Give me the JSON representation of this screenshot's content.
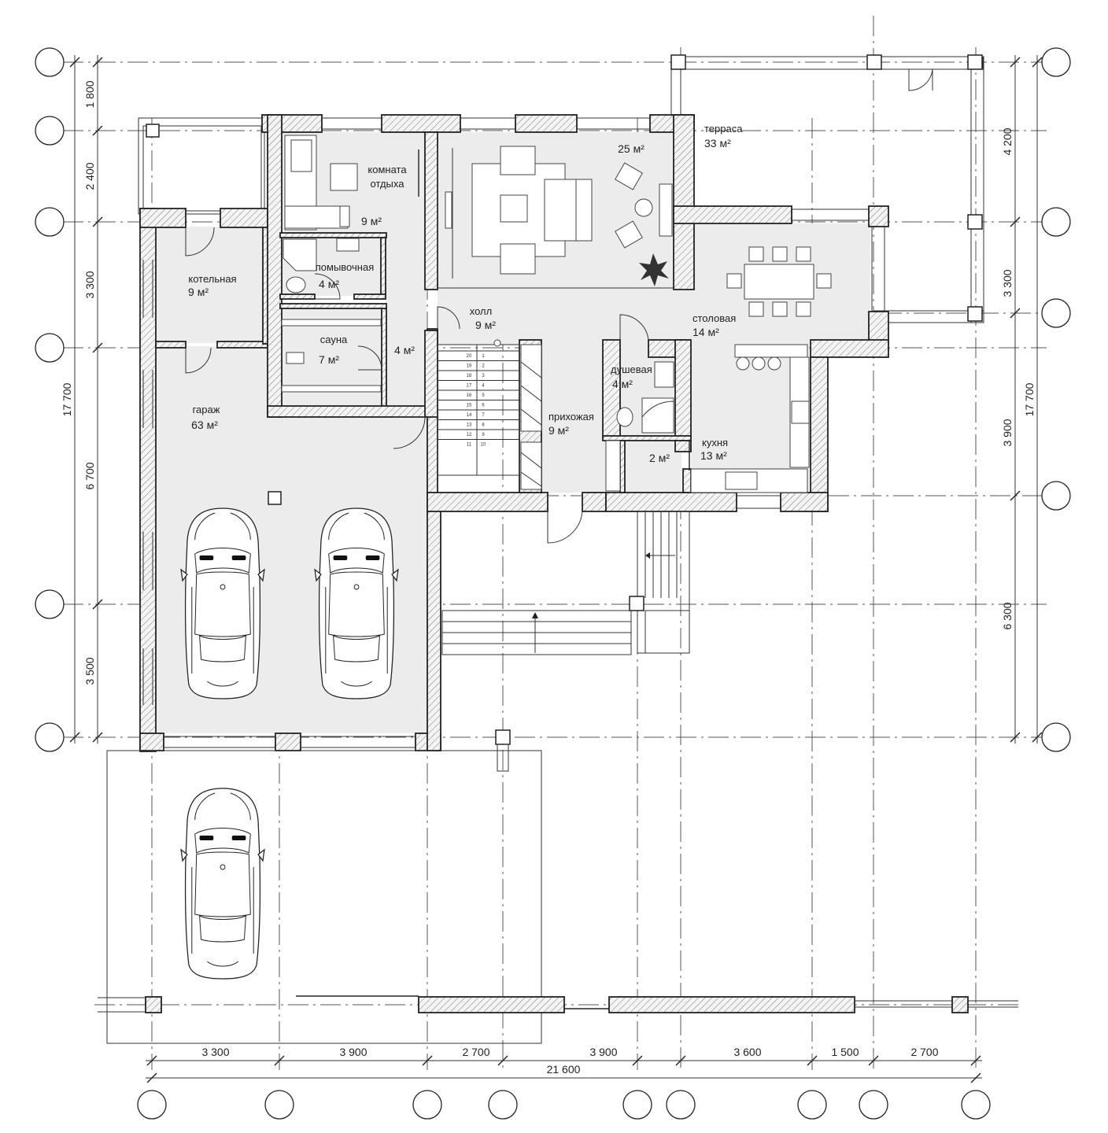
{
  "rooms": {
    "lounge": {
      "name": "комната отдыха",
      "name_line1": "комната",
      "name_line2": "отдыха",
      "area": "9 м²"
    },
    "living": {
      "area": "25 м²"
    },
    "terrace": {
      "name": "терраса",
      "area": "33 м²"
    },
    "boiler": {
      "name": "котельная",
      "area": "9 м²"
    },
    "washroom": {
      "name": "помывочная",
      "area": "4 м²"
    },
    "sauna": {
      "name": "сауна",
      "area": "7 м²"
    },
    "small_room": {
      "area": "4 м²"
    },
    "hall": {
      "name": "холл",
      "area": "9 м²"
    },
    "dining": {
      "name": "столовая",
      "area": "14 м²"
    },
    "shower": {
      "name": "душевая",
      "area": "4 м²"
    },
    "entrance": {
      "name": "прихожая",
      "area": "9 м²"
    },
    "pantry": {
      "area": "2 м²"
    },
    "kitchen": {
      "name": "кухня",
      "area": "13 м²"
    },
    "garage": {
      "name": "гараж",
      "area": "63 м²"
    }
  },
  "dimensions": {
    "left": [
      "1 800",
      "2 400",
      "3 300",
      "6 700",
      "3 500"
    ],
    "left_total": "17 700",
    "right": [
      "4 200",
      "3 300",
      "3 900",
      "6 300"
    ],
    "right_total": "17 700",
    "bottom": [
      "3 300",
      "3 900",
      "2 700",
      "3 900",
      "3 600",
      "1 500",
      "2 700"
    ],
    "bottom_total": "21 600"
  },
  "stair_steps": [
    "20",
    "19",
    "18",
    "17",
    "16",
    "15",
    "14",
    "13",
    "12",
    "11",
    "1",
    "2",
    "3",
    "4",
    "5",
    "6",
    "7",
    "8",
    "9",
    "10"
  ]
}
